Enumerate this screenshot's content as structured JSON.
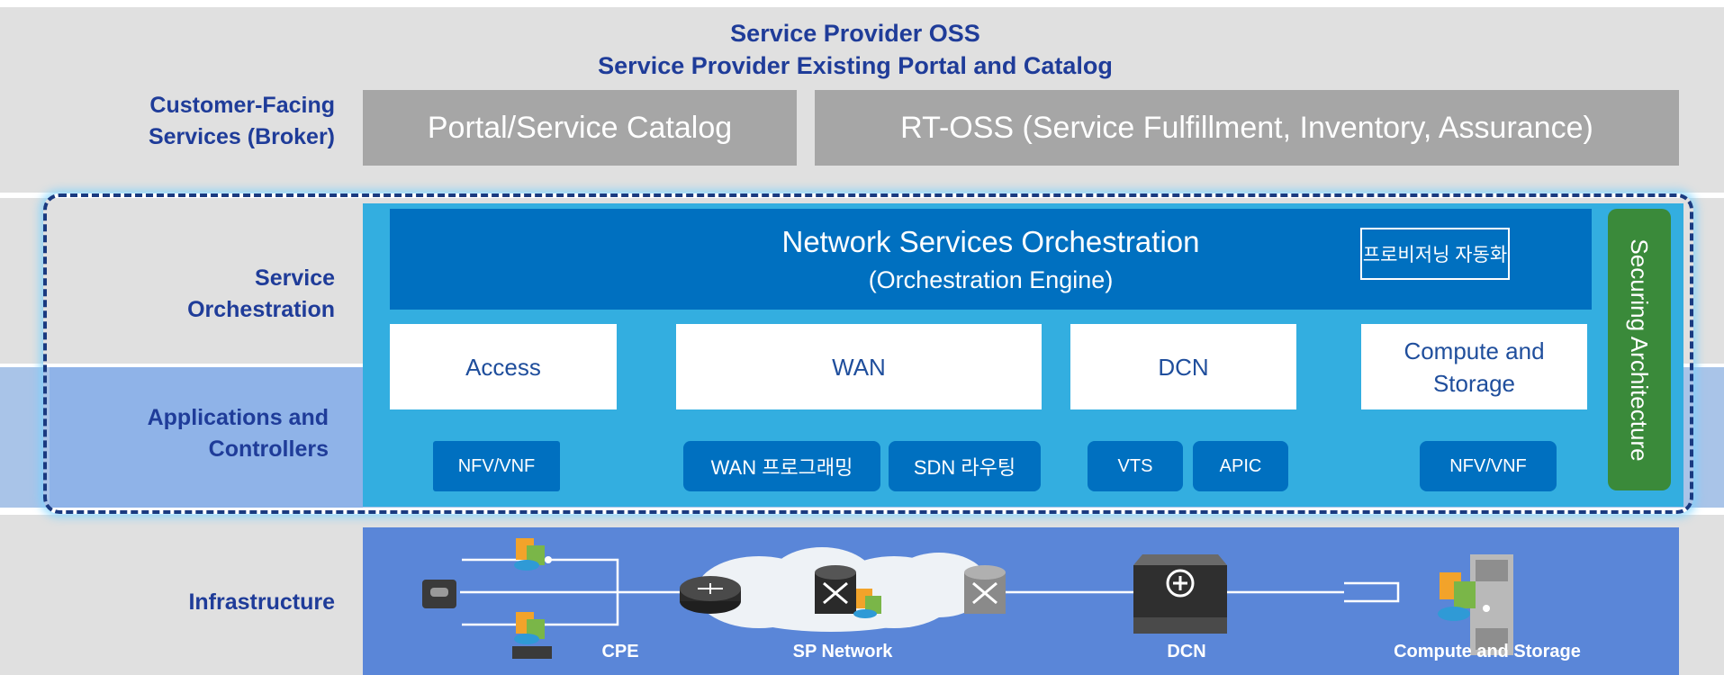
{
  "header": {
    "line1": "Service Provider OSS",
    "line2": "Service Provider Existing Portal and Catalog"
  },
  "rows": {
    "customer_facing": "Customer-Facing Services (Broker)",
    "service_orchestration": "Service Orchestration",
    "applications": "Applications and Controllers",
    "infrastructure": "Infrastructure"
  },
  "oss_boxes": {
    "portal": "Portal/Service Catalog",
    "rt_oss": "RT-OSS (Service Fulfillment, Inventory, Assurance)"
  },
  "orchestration": {
    "title": "Network Services Orchestration",
    "subtitle": "(Orchestration Engine)",
    "badge": "프로비저닝 자동화"
  },
  "domains": {
    "access": "Access",
    "wan": "WAN",
    "dcn": "DCN",
    "compute": "Compute and Storage"
  },
  "controllers": {
    "nfv_left": "NFV/VNF",
    "wan_prog": "WAN 프로그래밍",
    "sdn_routing": "SDN 라우팅",
    "vts": "VTS",
    "apic": "APIC",
    "nfv_right": "NFV/VNF"
  },
  "security": {
    "label": "Securing Architecture"
  },
  "infrastructure": {
    "cpe": "CPE",
    "sp_network": "SP Network",
    "dcn": "DCN",
    "compute_storage": "Compute and Storage"
  },
  "icons": [
    "modem-icon",
    "server-stack-icon",
    "router-icon",
    "cloud-icon",
    "switch-icon",
    "dcn-switch-icon",
    "storage-rack-icon"
  ],
  "colors": {
    "label_blue": "#1f3c99",
    "orchestration_blue": "#0070c0",
    "panel_cyan": "#33aee0",
    "securing_green": "#3a8a3a",
    "infra_blue": "#5a86d8"
  }
}
